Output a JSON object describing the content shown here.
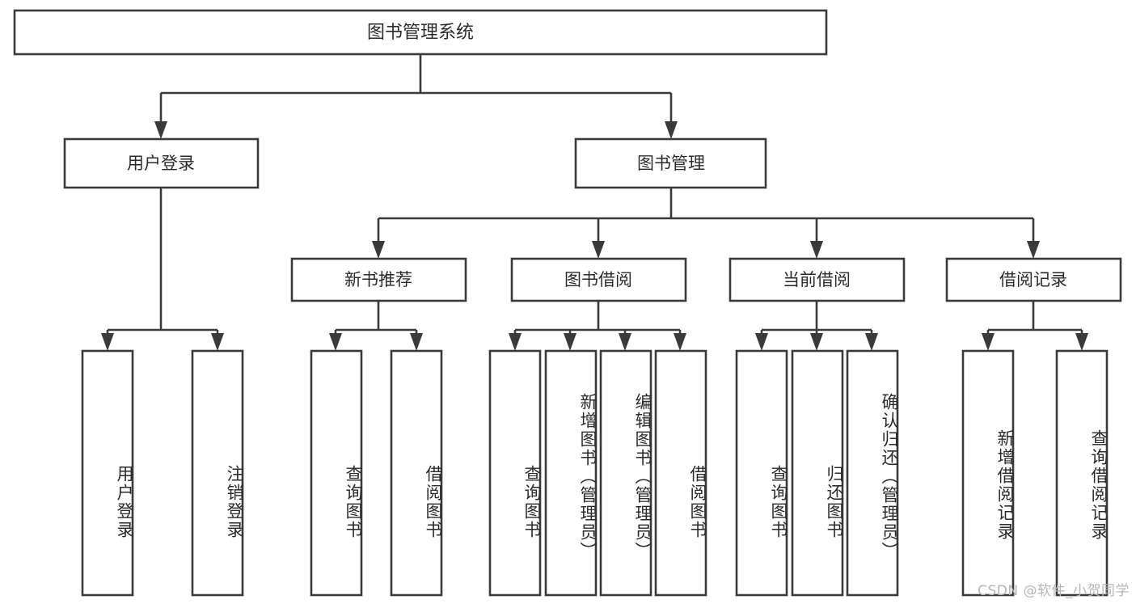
{
  "diagram": {
    "type": "tree",
    "title_node": "图书管理系统",
    "watermark": "CSDN @软件_小贺同学",
    "colors": {
      "stroke": "#3a3a3a",
      "node_fill": "#ffffff",
      "text": "#2b2b2b",
      "background": "#ffffff",
      "watermark": "#b6b6b6"
    },
    "nodes": {
      "root": {
        "label": "图书管理系统",
        "orientation": "horizontal"
      },
      "level2": [
        {
          "id": "user-login",
          "label": "用户登录",
          "orientation": "horizontal"
        },
        {
          "id": "book-management",
          "label": "图书管理",
          "orientation": "horizontal"
        }
      ],
      "level3": [
        {
          "id": "new-book-recommend",
          "label": "新书推荐",
          "orientation": "horizontal",
          "parent": "book-management"
        },
        {
          "id": "book-borrow",
          "label": "图书借阅",
          "orientation": "horizontal",
          "parent": "book-management"
        },
        {
          "id": "current-borrow",
          "label": "当前借阅",
          "orientation": "horizontal",
          "parent": "book-management"
        },
        {
          "id": "borrow-record",
          "label": "借阅记录",
          "orientation": "horizontal",
          "parent": "book-management"
        }
      ],
      "leaves": {
        "user-login": [
          {
            "id": "leaf-user-login",
            "label": "用户登录",
            "orientation": "vertical"
          },
          {
            "id": "leaf-logout",
            "label": "注销登录",
            "orientation": "vertical"
          }
        ],
        "new-book-recommend": [
          {
            "id": "leaf-query-book-1",
            "label": "查询图书",
            "orientation": "vertical"
          },
          {
            "id": "leaf-borrow-book-1",
            "label": "借阅图书",
            "orientation": "vertical"
          }
        ],
        "book-borrow": [
          {
            "id": "leaf-query-book-2",
            "label": "查询图书",
            "orientation": "vertical"
          },
          {
            "id": "leaf-add-book",
            "label": "新增图书（管理员）",
            "orientation": "vertical"
          },
          {
            "id": "leaf-edit-book",
            "label": "编辑图书（管理员）",
            "orientation": "vertical"
          },
          {
            "id": "leaf-borrow-book-2",
            "label": "借阅图书",
            "orientation": "vertical"
          }
        ],
        "current-borrow": [
          {
            "id": "leaf-query-book-3",
            "label": "查询图书",
            "orientation": "vertical"
          },
          {
            "id": "leaf-return-book",
            "label": "归还图书",
            "orientation": "vertical"
          },
          {
            "id": "leaf-confirm-return",
            "label": "确认归还（管理员）",
            "orientation": "vertical"
          }
        ],
        "borrow-record": [
          {
            "id": "leaf-add-record",
            "label": "新增借阅记录",
            "orientation": "vertical"
          },
          {
            "id": "leaf-query-record",
            "label": "查询借阅记录",
            "orientation": "vertical"
          }
        ]
      }
    }
  }
}
